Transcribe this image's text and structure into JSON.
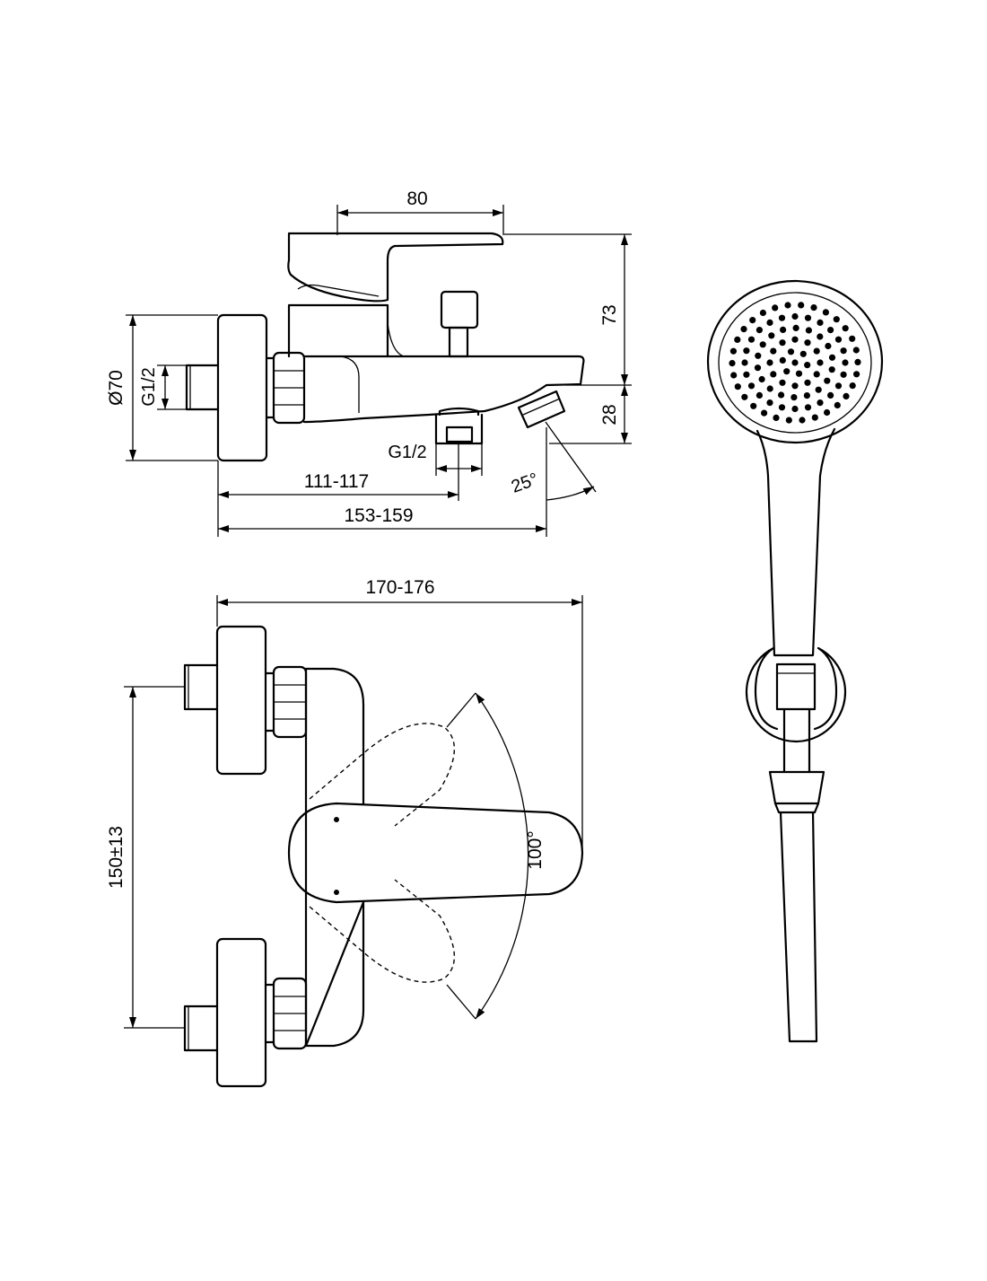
{
  "dimensions": {
    "top_width": "80",
    "height_upper": "73",
    "height_lower": "28",
    "rosette_diameter": "Ø70",
    "inlet_thread": "G1/2",
    "outlet_thread": "G1/2",
    "depth_outlet": "111-117",
    "depth_spout": "153-159",
    "spout_angle": "25°",
    "front_width": "170-176",
    "centres": "150±13",
    "lever_rotation": "100°"
  },
  "colors": {
    "line": "#000000",
    "background": "#ffffff"
  },
  "icons": {
    "shower_holes": "shower-spray-holes-icon"
  }
}
